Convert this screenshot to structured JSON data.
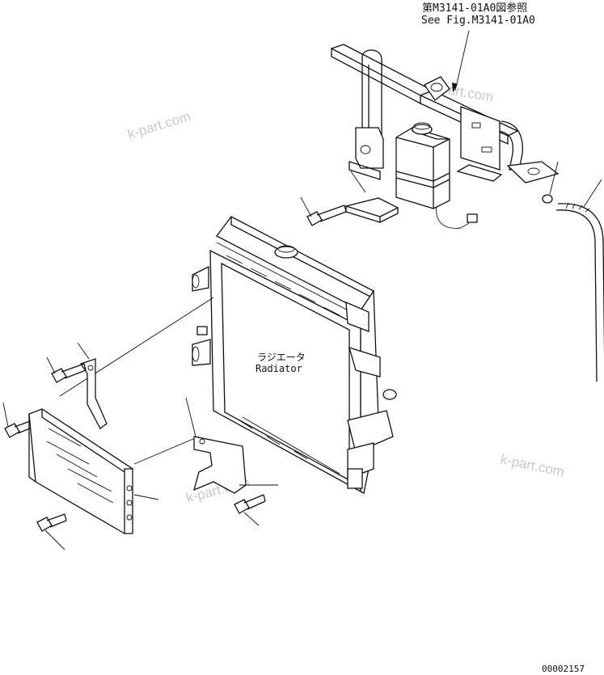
{
  "reference_note": {
    "japanese": "第M3141-01A0図参照",
    "english": "See Fig.M3141-01A0"
  },
  "radiator_label": {
    "japanese": "ラジエータ",
    "english": "Radiator"
  },
  "watermarks": [
    "k-part.com",
    "k-part.com",
    "k-part.com",
    "k-part.com"
  ],
  "drawing_number": "00002157"
}
